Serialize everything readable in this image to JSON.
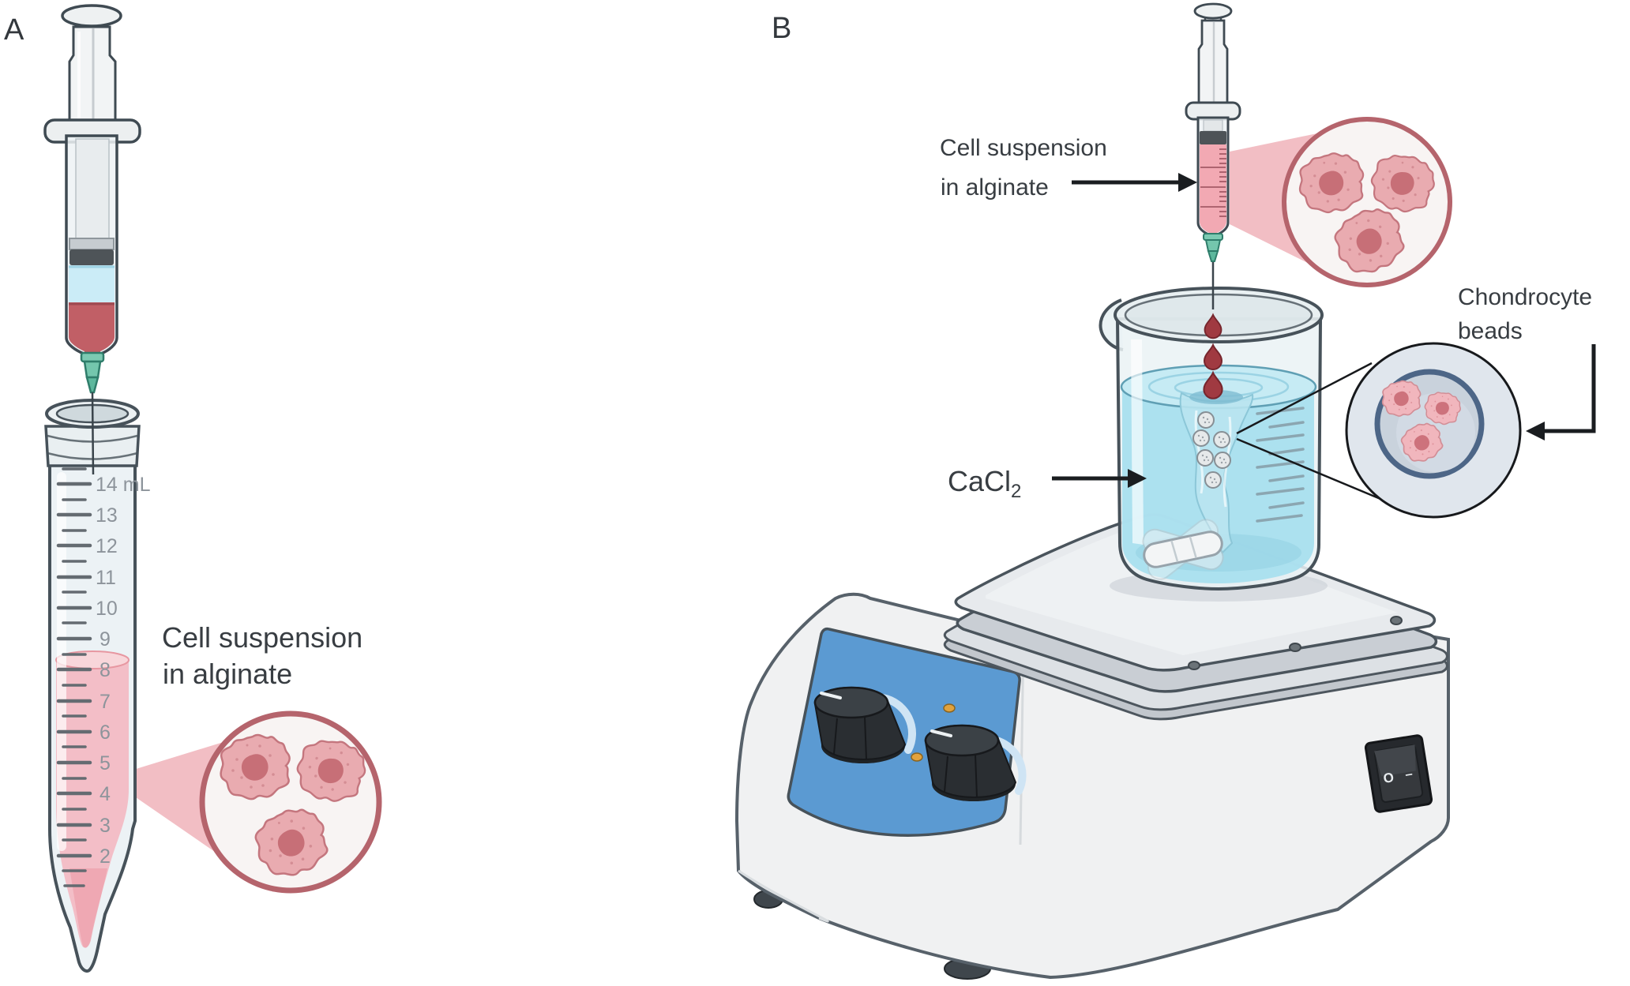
{
  "figure": {
    "panel_a": {
      "label": "A",
      "annotation": {
        "line1": "Cell suspension",
        "line2": "in alginate"
      },
      "tube_scale_labels": [
        "14 mL",
        "13",
        "12",
        "11",
        "10",
        "9",
        "8",
        "7",
        "6",
        "5",
        "4",
        "3",
        "2"
      ]
    },
    "panel_b": {
      "label": "B",
      "syringe_annotation": {
        "line1": "Cell suspension",
        "line2": "in alginate"
      },
      "reagent_label": {
        "base": "CaCl",
        "sub": "2"
      },
      "beads_annotation": {
        "line1": "Chondrocyte",
        "line2": "beads"
      },
      "power_switch": {
        "off_label": "O",
        "on_label": "–"
      }
    },
    "icon_legend": {
      "cell_icon": "chondrocyte-cell",
      "bead_icon": "alginate-bead",
      "drop_icon": "falling-droplet"
    },
    "colors": {
      "annotation_text": "#383d42",
      "magnifier_ring_pink": "#b5646c",
      "cell_body_pink": "#e9abb0",
      "cell_nucleus": "#c76f77",
      "suspension_pink": "#f3bac2",
      "syringe_red": "#c15f66",
      "syringe_blue": "#cbecf7",
      "needle_green": "#74c6ad",
      "cacl2_liquid_blue": "#a9dfee",
      "drop_red": "#a03a41",
      "stirrer_panel_blue": "#5b9ad2",
      "bead_ring_blue": "#4d6687",
      "body_offwhite": "#f0f1f2",
      "outline_slate": "#47525a"
    }
  }
}
